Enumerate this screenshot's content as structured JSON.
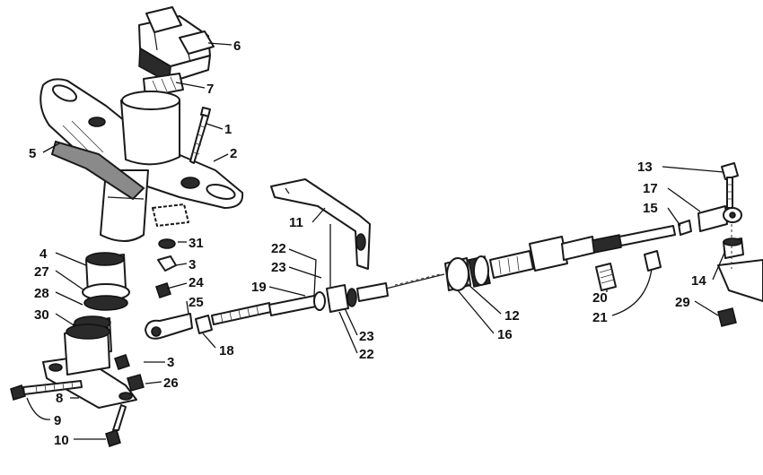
{
  "callouts": [
    {
      "label": "1"
    },
    {
      "label": "2"
    },
    {
      "label": "3"
    },
    {
      "label": "3"
    },
    {
      "label": "4"
    },
    {
      "label": "5"
    },
    {
      "label": "6"
    },
    {
      "label": "7"
    },
    {
      "label": "8"
    },
    {
      "label": "9"
    },
    {
      "label": "10"
    },
    {
      "label": "11"
    },
    {
      "label": "12"
    },
    {
      "label": "13"
    },
    {
      "label": "14"
    },
    {
      "label": "15"
    },
    {
      "label": "16"
    },
    {
      "label": "17"
    },
    {
      "label": "18"
    },
    {
      "label": "19"
    },
    {
      "label": "20"
    },
    {
      "label": "21"
    },
    {
      "label": "22"
    },
    {
      "label": "22"
    },
    {
      "label": "23"
    },
    {
      "label": "23"
    },
    {
      "label": "24"
    },
    {
      "label": "25"
    },
    {
      "label": "26"
    },
    {
      "label": "27"
    },
    {
      "label": "28"
    },
    {
      "label": "29"
    },
    {
      "label": "30"
    },
    {
      "label": "31"
    }
  ]
}
